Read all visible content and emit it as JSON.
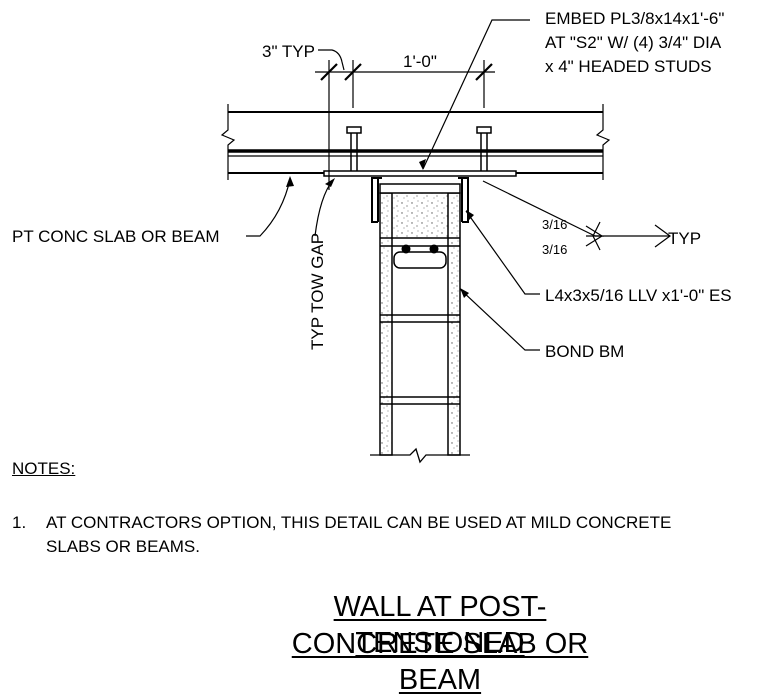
{
  "callouts": {
    "embed_plate": [
      "EMBED PL3/8x14x1'-6\"",
      "AT \"S2\" W/ (4) 3/4\" DIA",
      "x 4\" HEADED STUDS"
    ],
    "typ_3in": "3\" TYP",
    "dim_1ft": "1'-0\"",
    "pt_slab": "PT CONC SLAB OR BEAM",
    "tow_gap": "TYP TOW GAP",
    "weld_top": "3/16",
    "weld_bottom": "3/16",
    "weld_typ": "TYP",
    "angle": "L4x3x5/16 LLV x1'-0\" ES",
    "bond_beam": "BOND BM"
  },
  "notes": {
    "heading": "NOTES:",
    "items": [
      {
        "number": "1.",
        "text_line1": "AT CONTRACTORS OPTION, THIS DETAIL CAN BE USED AT MILD CONCRETE",
        "text_line2": "SLABS OR BEAMS."
      }
    ]
  },
  "title": {
    "line1": "WALL AT POST-TENSIONED",
    "line2": "CONCRETE SLAB OR BEAM"
  }
}
